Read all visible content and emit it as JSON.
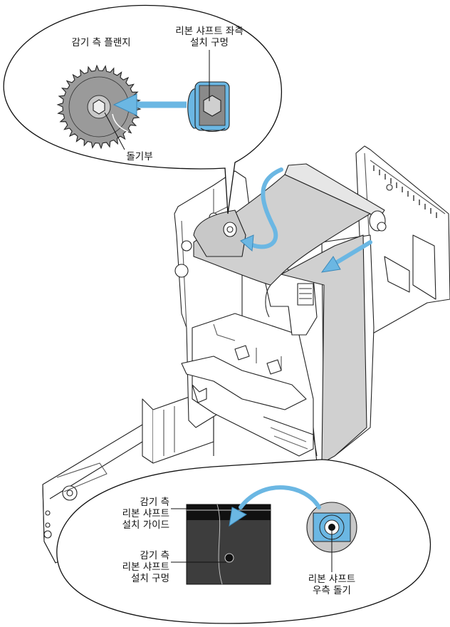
{
  "labels": {
    "takeup_flange": "감기 측 플랜지",
    "ribbon_shaft_left_hole": [
      "리본 샤프트 좌측",
      "설치 구멍"
    ],
    "protrusion": "돌기부",
    "takeup_guide": [
      "감기 측",
      "리본 샤프트",
      "설치 가이드"
    ],
    "takeup_hole": [
      "감기 측",
      "리본 샤프트",
      "설치 구멍"
    ],
    "ribbon_shaft_right_protrusion": [
      "리본 샤프트",
      "우측 돌기"
    ]
  },
  "colors": {
    "arrow_blue": "#6bb7e3",
    "ribbon_gray": "#d2d2d2",
    "flange_gray": "#9a9a9a",
    "dark_block": "#3d3d3d"
  },
  "icons": {
    "flange": "gear-flange-icon",
    "shaft_end_left": "hex-shaft-end-icon",
    "shaft_end_right": "round-shaft-end-icon"
  }
}
